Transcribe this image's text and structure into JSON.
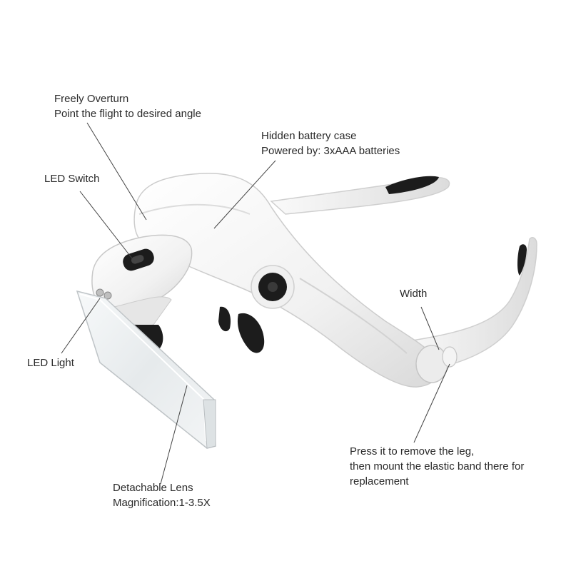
{
  "annotations": {
    "freely_overturn": {
      "line1": "Freely Overturn",
      "line2": "Point the flight to desired angle"
    },
    "battery_case": {
      "line1": "Hidden battery case",
      "line2": "Powered by: 3xAAA batteries"
    },
    "led_switch": {
      "line1": "LED Switch"
    },
    "width": {
      "line1": "Width"
    },
    "led_light": {
      "line1": "LED Light"
    },
    "remove_leg": {
      "line1": "Press it to remove the leg,",
      "line2": "then mount the elastic band there for",
      "line3": "replacement"
    },
    "detachable_lens": {
      "line1": "Detachable Lens",
      "line2": "Magnification:1-3.5X"
    }
  },
  "colors": {
    "text": "#2a2a2a",
    "leader_line": "#444444",
    "body_white": "#f4f4f4",
    "body_shadow": "#d6d6d6",
    "rubber_black": "#1c1c1c",
    "lens_glass": "#eef1f3"
  }
}
